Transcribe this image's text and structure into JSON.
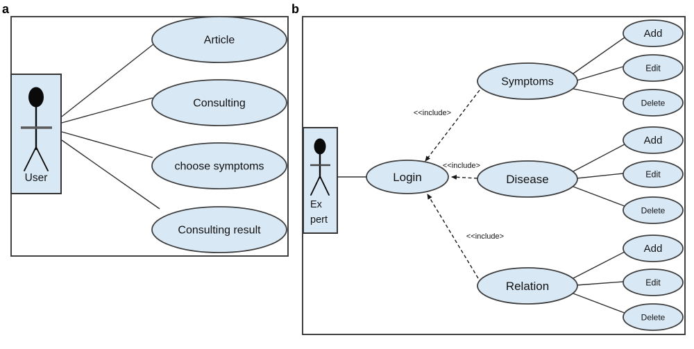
{
  "figure": {
    "type": "uml-use-case-diagram",
    "colors": {
      "ellipse_fill": "#d9e8f5",
      "ellipse_stroke": "#3d3d3d",
      "panel_stroke": "#2b2b2b",
      "text": "#111111",
      "background": "#ffffff"
    },
    "panel_a": {
      "label": "a",
      "actor_label": "User",
      "use_cases": [
        "Article",
        "Consulting",
        "choose symptoms",
        "Consulting result"
      ]
    },
    "panel_b": {
      "label": "b",
      "actor_line1": "Ex",
      "actor_line2": "pert",
      "login_label": "Login",
      "include_labels": [
        "<<include>",
        "<<include>",
        "<<include>"
      ],
      "groups": [
        {
          "name": "Symptoms",
          "actions": [
            "Add",
            "Edit",
            "Delete"
          ]
        },
        {
          "name": "Disease",
          "actions": [
            "Add",
            "Edit",
            "Delete"
          ]
        },
        {
          "name": "Relation",
          "actions": [
            "Add",
            "Edit",
            "Delete"
          ]
        }
      ]
    }
  }
}
